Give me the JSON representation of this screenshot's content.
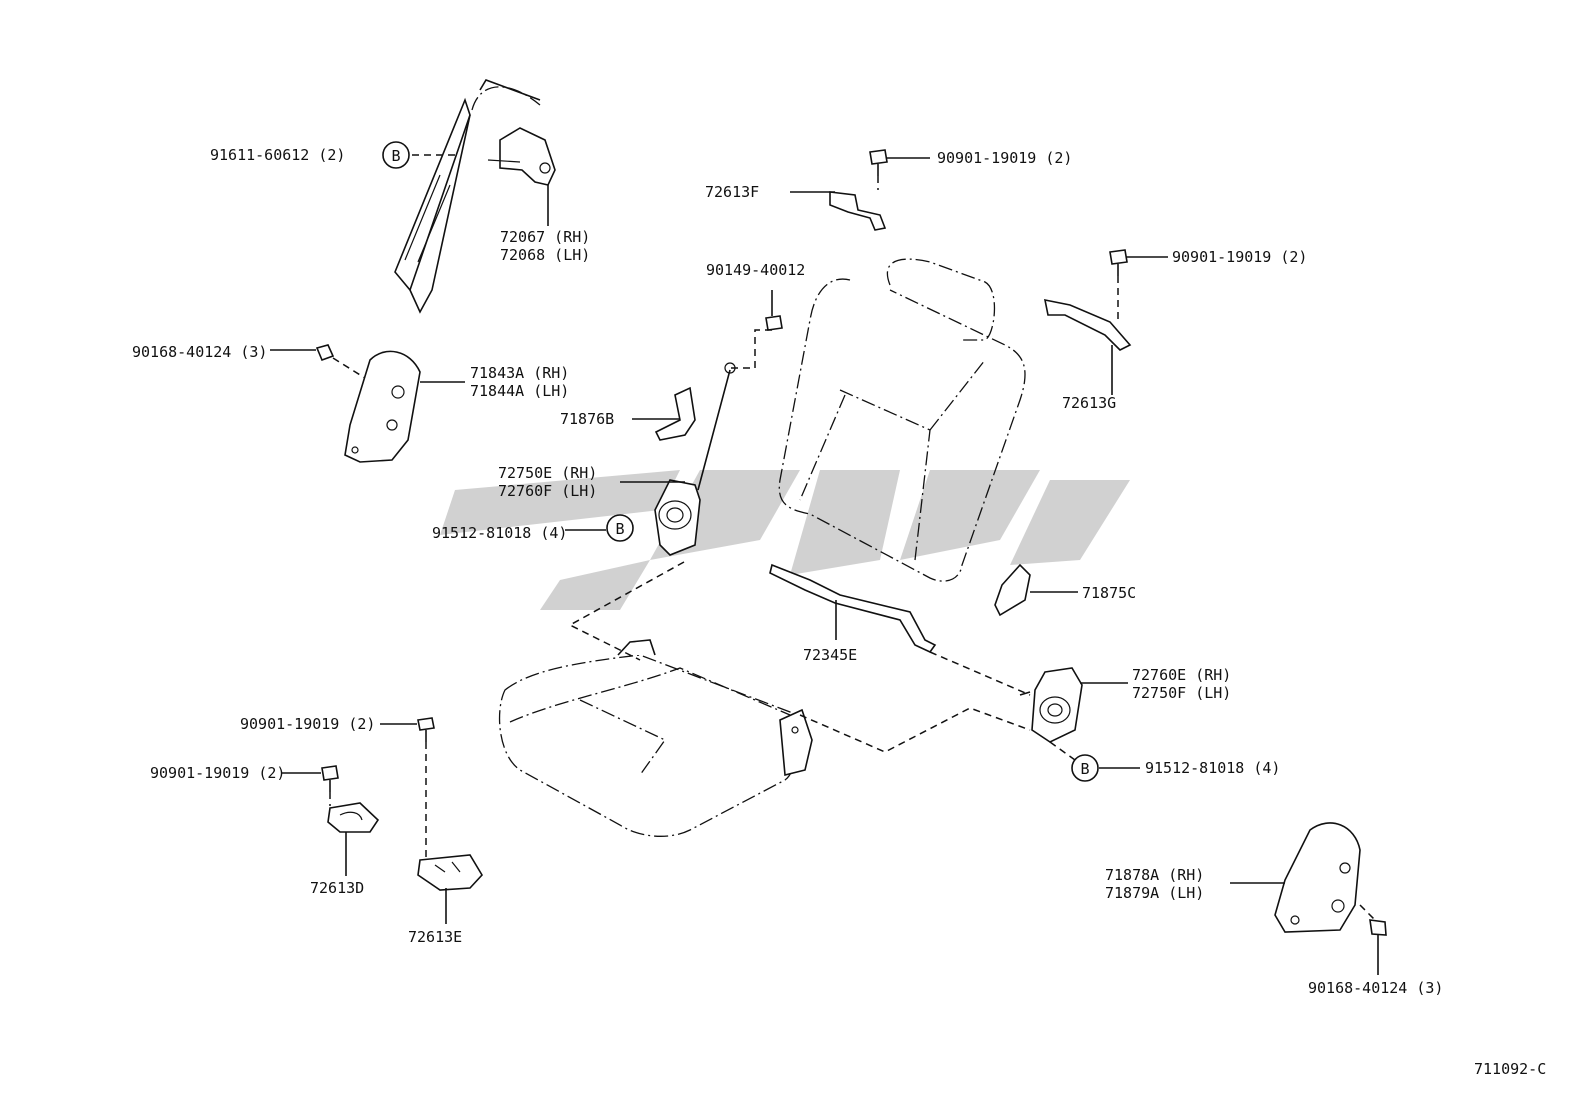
{
  "diagram_id": "711092-C",
  "callout_marker": "B",
  "labels": {
    "p91611_60612": "91611-60612 (2)",
    "p72067": "72067 (RH)",
    "p72068": "72068 (LH)",
    "p72613F": "72613F",
    "p90901_19019_a": "90901-19019 (2)",
    "p90901_19019_b": "90901-19019 (2)",
    "p90149_40012": "90149-40012",
    "p90168_40124_a": "90168-40124 (3)",
    "p71843A": "71843A (RH)",
    "p71844A": "71844A (LH)",
    "p71876B": "71876B",
    "p72613G": "72613G",
    "p72750E": "72750E (RH)",
    "p72760F": "72760F (LH)",
    "p91512_81018_a": "91512-81018 (4)",
    "p71875C": "71875C",
    "p72345E": "72345E",
    "p72760E": "72760E (RH)",
    "p72750F": "72750F (LH)",
    "p90901_19019_c": "90901-19019 (2)",
    "p90901_19019_d": "90901-19019 (2)",
    "p91512_81018_b": "91512-81018 (4)",
    "p72613D": "72613D",
    "p72613E": "72613E",
    "p71878A": "71878A (RH)",
    "p71879A": "71879A (LH)",
    "p90168_40124_b": "90168-40124 (3)"
  }
}
